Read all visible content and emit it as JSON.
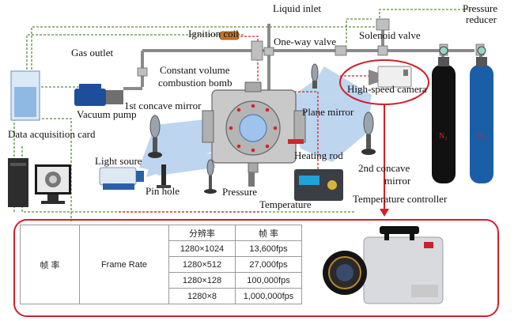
{
  "labels": {
    "liquid_inlet": "Liquid inlet",
    "pressure_reducer_1": "Pressure",
    "pressure_reducer_2": "reducer",
    "ignition_coil": "Ignition coil",
    "one_way_valve": "One-way valve",
    "solenoid_valve": "Solenoid valve",
    "gas_outlet": "Gas outlet",
    "cv_bomb_1": "Constant volume",
    "cv_bomb_2": "combustion bomb",
    "high_speed_camera": "High-speed camera",
    "vacuum_pump": "Vacuum pump",
    "concave_mirror_1": "1st concave mirror",
    "plane_mirror": "Plane mirror",
    "data_acq": "Data acquisition card",
    "heating_rod": "Heating rod",
    "light_source": "Light soure",
    "concave_mirror_2a": "2nd concave",
    "concave_mirror_2b": "mirror",
    "pin_hole": "Pin hole",
    "pressure": "Pressure",
    "temperature": "Temperature",
    "temp_controller": "Temperature controller",
    "cylinder_n2": "N₂",
    "cylinder_o2": "O₂"
  },
  "spec_table": {
    "row_label": "帧  率",
    "row_label_en": "Frame Rate",
    "headers": [
      "分辨率",
      "帧  率"
    ],
    "rows": [
      [
        "1280×1024",
        "13,600fps"
      ],
      [
        "1280×512",
        "27,000fps"
      ],
      [
        "1280×128",
        "100,000fps"
      ],
      [
        "1280×8",
        "1,000,000fps"
      ]
    ]
  },
  "colors": {
    "dashed_green": "#5a8f3a",
    "dashed_red": "#d1262b",
    "highlight_red": "#d0202a",
    "beam": "#a9c8ea",
    "cylinder": "#1a5ea8",
    "chamber": "#c9c9c9"
  }
}
